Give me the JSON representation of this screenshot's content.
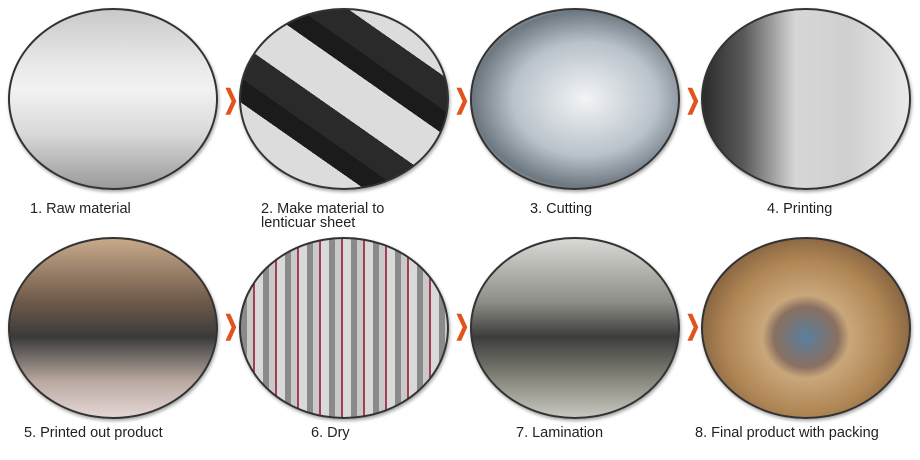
{
  "steps": [
    {
      "label": "1. Raw material"
    },
    {
      "label": "2. Make material to lenticuar sheet"
    },
    {
      "label": "3. Cutting"
    },
    {
      "label": "4. Printing"
    },
    {
      "label": "5. Printed out product"
    },
    {
      "label": "6. Dry"
    },
    {
      "label": "7. Lamination"
    },
    {
      "label": "8. Final product with packing"
    }
  ],
  "arrow_glyph": "❯",
  "colors": {
    "arrow": "#e2541b",
    "border": "#333333"
  }
}
